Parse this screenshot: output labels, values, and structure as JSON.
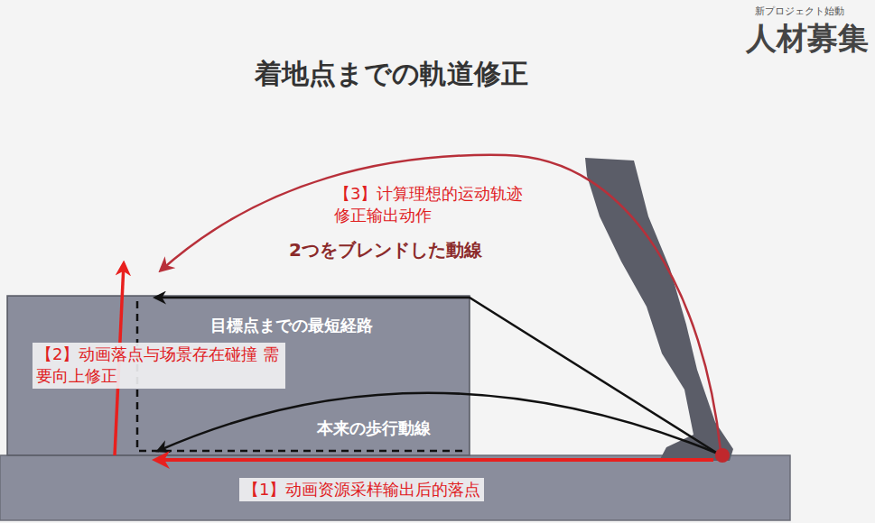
{
  "diagram": {
    "title": "着地点までの軌道修正",
    "nodes": [
      {
        "text": [
          "目標点までの最短経路",
          "本来の歩行動線"
        ]
      }
    ],
    "labels": [
      "新プロジェクト始動",
      "人材募集",
      "2つをブレンドした動線",
      "【3】计算理想的运动轨迹 修正输出动作",
      "【2】动画落点与场景存在碰撞 需要向上修正",
      "【1】动画资源采样输出后的落点"
    ]
  }
}
